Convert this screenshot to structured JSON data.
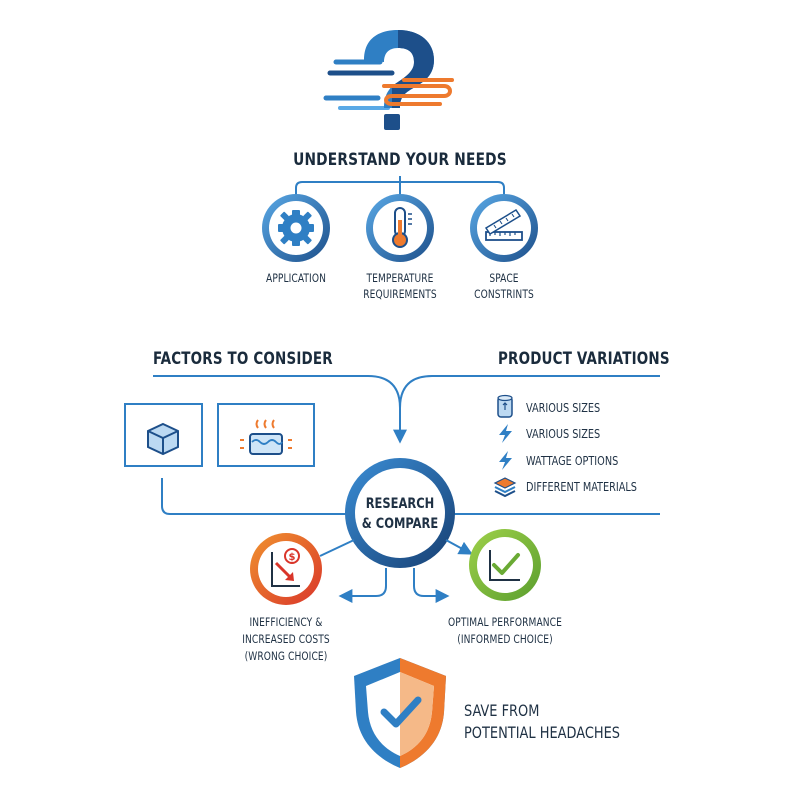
{
  "top": {
    "heading": "UNDERSTAND YOUR NEEDS",
    "items": [
      {
        "label_lines": [
          "APPLICATION"
        ],
        "icon": "gear-icon"
      },
      {
        "label_lines": [
          "TEMPERATURE",
          "REQUIREMENTS"
        ],
        "icon": "thermometer-icon"
      },
      {
        "label_lines": [
          "SPACE",
          "CONSTRINTS"
        ],
        "icon": "ruler-icon"
      }
    ]
  },
  "factors": {
    "heading": "FACTORS TO CONSIDER",
    "boxes": [
      {
        "icon": "cube-icon"
      },
      {
        "icon": "heater-icon"
      }
    ]
  },
  "variations": {
    "heading": "PRODUCT VARIATIONS",
    "items": [
      {
        "label": "VARIOUS SIZES",
        "icon": "cylinder-icon"
      },
      {
        "label": "VARIOUS SIZES",
        "icon": "lightning-icon"
      },
      {
        "label": "WATTAGE OPTIONS",
        "icon": "lightning-icon"
      },
      {
        "label": "DIFFERENT MATERIALS",
        "icon": "layers-icon"
      }
    ]
  },
  "center": {
    "lines": [
      "RESEARCH",
      "& COMPARE"
    ]
  },
  "outcomes": {
    "bad": {
      "lines": [
        "INEFFICIENCY &",
        "INCREASED COSTS",
        "(WRONG CHOICE)"
      ],
      "icon": "cost-decline-icon"
    },
    "good": {
      "lines": [
        "OPTIMAL PERFORMANCE",
        "(INFORMED CHOICE)"
      ],
      "icon": "checkmark-chart-icon"
    }
  },
  "save": {
    "lines": [
      "SAVE FROM",
      "POTENTIAL HEADACHES"
    ],
    "icon": "shield-check-icon"
  },
  "colors": {
    "blue": "#2f7fc4",
    "dark_blue": "#1d4f8a",
    "light_blue": "#5aa9e6",
    "orange": "#ee7a2e",
    "red": "#d9352a",
    "green": "#7dbb3c",
    "text": "#1f3144"
  }
}
